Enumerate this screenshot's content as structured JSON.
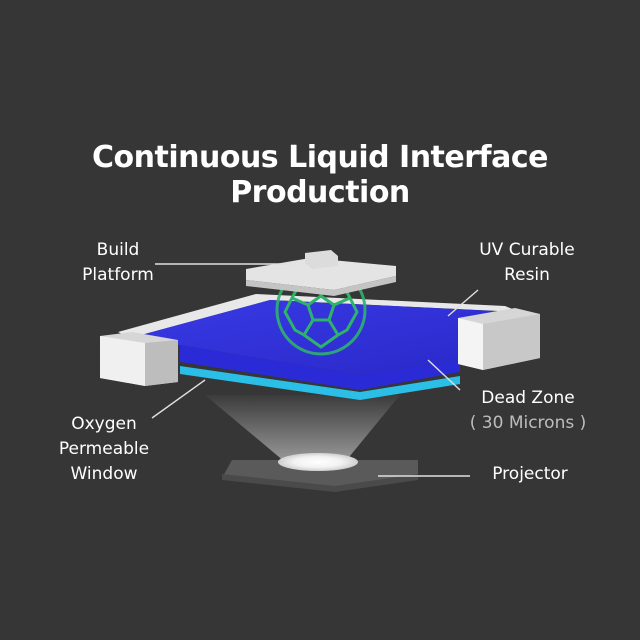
{
  "title": "Continuous Liquid Interface Production",
  "labels": {
    "build_platform": [
      "Build",
      "Platform"
    ],
    "uv_resin": [
      "UV Curable",
      "Resin"
    ],
    "dead_zone": "Dead Zone",
    "dead_zone_size": "( 30 Microns )",
    "oxygen_window": [
      "Oxygen",
      "Permeable",
      "Window"
    ],
    "projector": "Projector"
  },
  "colors": {
    "background": "#363636",
    "resin": "#3535e0",
    "dead_zone": "#2bbfe8",
    "printed_part": "#2fb36b",
    "frame": "#e6e6e6",
    "light": "#ffffff"
  }
}
